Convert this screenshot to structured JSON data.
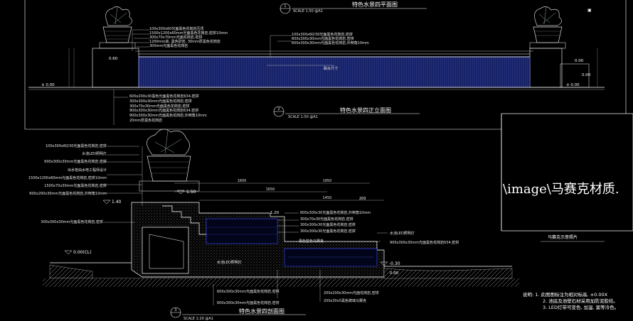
{
  "plan": {
    "title": "特色水景四平面图",
    "scale": "SCALE 1:50 @A1",
    "callout_no": "1"
  },
  "elevation": {
    "title": "特色水景四正立面图",
    "scale": "SCALE 1:50 @A1",
    "callout_no": "2",
    "labels_left": [
      "100x300x60光面黑色花岗岩压顶",
      "1500x1200x60mm光面黑色花岗岩,密拼10mm",
      "300x70x70mm光面花岗岩,密拼",
      "1200mm高, 黑色砂岩, 30mm厚黑色花岗岩",
      "300mm光面黑色花岗岩"
    ],
    "labels_center": [
      "100x300x60/30光面黑色花岗岩,密拼",
      "600x300x30mm光面黑色花岗岩,密拼",
      "600x300x30mm光面黑色花岗岩,外倒角10mm",
      "跌水尺寸"
    ],
    "labels_bottom": [
      "600x200x30黑色光面黑色花岗岩634,密拼",
      "300x300x30mm光面黑色花岗岩,密拼",
      "300x70x30mm光面黑色花岗岩,密拼",
      "900x300x30mm光面黑色花岗岩634,密拼",
      "900x300x30mm光面黑色花岗岩,外倒角10mm",
      "20mm厚黑色花岗岩"
    ],
    "levels": [
      "± 0.00",
      "0.60",
      "0.00",
      "0.00",
      "± 0.00"
    ]
  },
  "section": {
    "title": "特色水景四剖面图",
    "scale": "SCALE 1:20 @A1",
    "callout_no": "3",
    "dims": [
      "1600",
      "1650",
      "1950",
      "1450",
      "200"
    ],
    "levels": [
      "1.50",
      "1.40",
      "1.20",
      "0.00",
      "0.00(CL)",
      "-0.30"
    ],
    "labels_left": [
      "100x300x60/30光面黑色花岗岩,密拼",
      "水池LED照明灯",
      "600x300x30mm光面黑色花岗岩,密拼",
      "出水管由水电工程师设计",
      "1500x1200x60mm光面黑色花岗岩,密拼10mm",
      "1500x70x30mm光面黑色花岗岩,密拼",
      "600x200x30mm光面黑色花岗岩,外倒角10mm",
      "300x300x30mm光面黑色花岗岩,密拼"
    ],
    "labels_right": [
      "600x300x30光面黑色花岗岩,外倒角10mm",
      "300x70x30光面黑色花岗岩,密拼",
      "300x300x30光面黑色花岗岩,密拼",
      "300x300x30光面黑色花岗岩,密拼",
      "水池LED照明灯",
      "900x300x30mm光面黑色花岗岩634,密拼",
      "黑色蓝色马赛克"
    ],
    "labels_bottom": [
      "水池LED照明灯",
      "600x300x30mm光面黑色花岗岩,密拼",
      "600x300x30mm光面黑色花岗岩,密拼",
      "200x200x30mm光面花岗岩,密拼",
      "200x30x5黑色玻璃马赛克"
    ]
  },
  "mosaic": {
    "image_text": "\\image\\马赛克材质.",
    "caption": "马赛克示意照片"
  },
  "notes": {
    "heading": "说明:",
    "items": [
      "1. 此图图标注为相对标高, ±0.00X",
      "2. 池底及池壁石材采用加防泥胶结。",
      "3. LED灯带可变色, 加温, 案等冷色。"
    ]
  }
}
